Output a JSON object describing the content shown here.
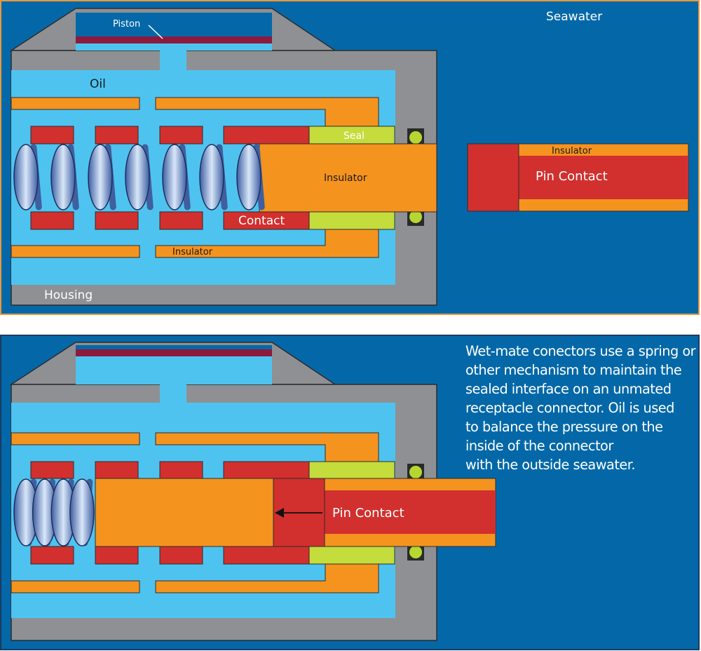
{
  "colors": {
    "seawater": "#0468a8",
    "frame": "#e79a3c",
    "housing": "#8e9093",
    "oil": "#4ec3f0",
    "insulator": "#f5931f",
    "contact": "#d1302e",
    "seal": "#c4dc3c",
    "oring": "#b6d631",
    "piston": "#8c1a3c",
    "spring_light": "#cfe1f6",
    "spring_dark": "#4f6fb0"
  },
  "panel_unmated": {
    "seawater_label": "Seawater",
    "piston_label": "Piston",
    "oil_label": "Oil",
    "seal_label": "Seal",
    "insulator_center_label": "Insulator",
    "contact_label": "Contact",
    "insulator_bottom_label": "Insulator",
    "housing_label": "Housing",
    "pin": {
      "insulator_label": "Insulator",
      "contact_label": "Pin Contact"
    }
  },
  "panel_mated": {
    "pin_contact_label": "Pin Contact",
    "description_lines": [
      "Wet-mate conectors use a spring or",
      "other mechanism to maintain the",
      "sealed interface on an unmated",
      "receptacle connector. Oil is used",
      "to balance the pressure on the",
      "inside of the connector",
      "with the outside seawater."
    ]
  }
}
